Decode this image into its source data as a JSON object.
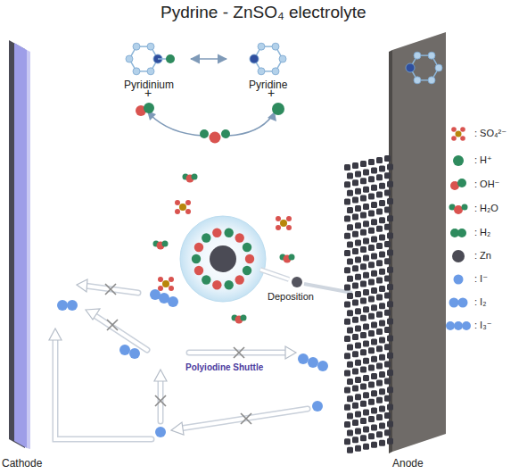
{
  "diagram": {
    "title": "Pydrine - ZnSO₄ electrolyte",
    "nodes": [
      {
        "text": [
          "Cathode"
        ]
      },
      {
        "text": [
          "Pyridinium"
        ]
      },
      {
        "text": [
          "Pyridine"
        ]
      },
      {
        "text": [
          "Anode"
        ]
      }
    ],
    "edges": [
      {
        "from": 1,
        "to": 2,
        "arrow": "both"
      }
    ],
    "labels": [
      "+",
      "+",
      "Deposition",
      "Polyiodine Shuttle"
    ],
    "legend": [
      {
        "text": ": SO₄²⁻"
      },
      {
        "text": ": H⁺"
      },
      {
        "text": ": OH⁻"
      },
      {
        "text": ": H₂O"
      },
      {
        "text": ": H₂"
      },
      {
        "text": ": Zn"
      },
      {
        "text": ": I⁻"
      },
      {
        "text": ": I₂"
      },
      {
        "text": ": I₃⁻"
      }
    ]
  }
}
